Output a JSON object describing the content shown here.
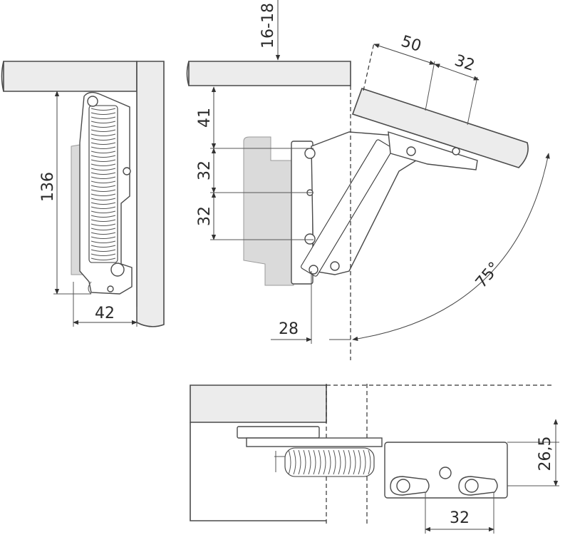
{
  "dimensions": {
    "d136": "136",
    "d42": "42",
    "d16_18": "16-18",
    "d41": "41",
    "d32_upper": "32",
    "d32_lower": "32",
    "d28": "28",
    "d50": "50",
    "d32_top": "32",
    "angle": "75°",
    "d26_5": "26,5",
    "d32_bottom": "32"
  },
  "colors": {
    "line": "#4a4a4a",
    "panel": "#ececec",
    "ghost": "#dadada"
  }
}
